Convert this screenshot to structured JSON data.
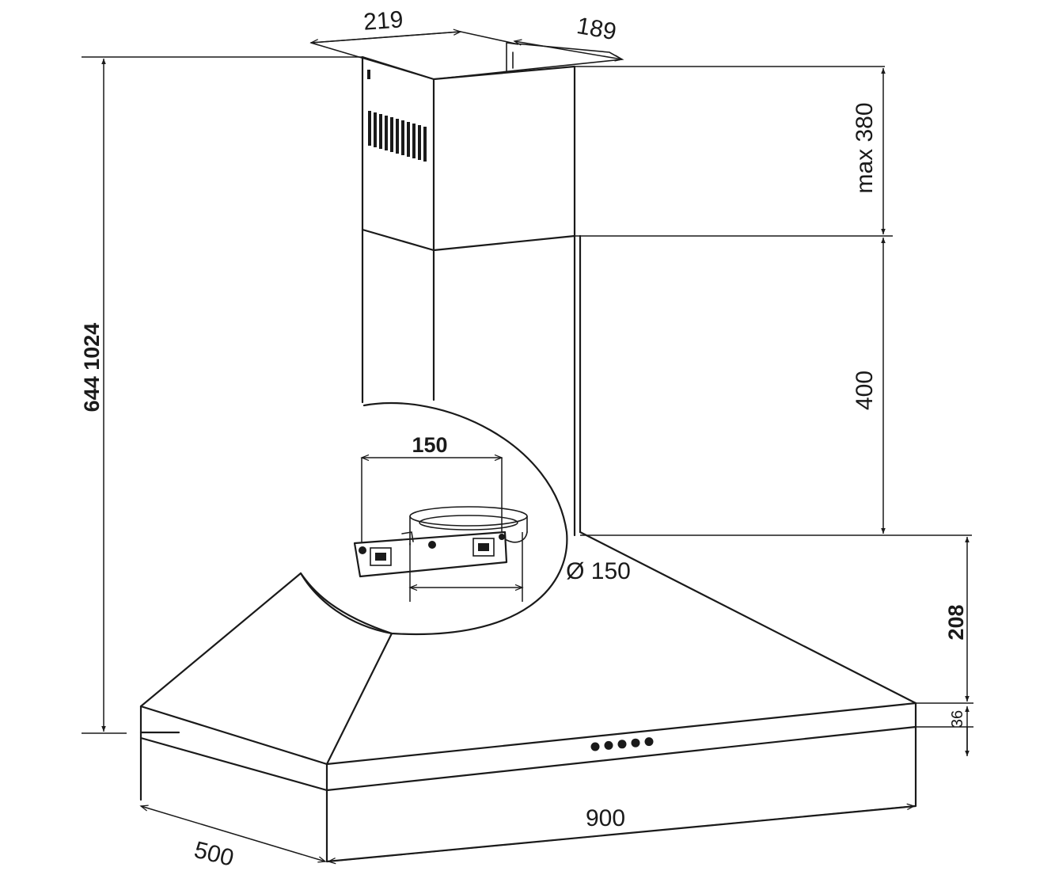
{
  "dimensions": {
    "top_width": "219",
    "top_depth": "189",
    "upper_chimney_height": "max 380",
    "lower_chimney_height": "400",
    "total_height": "644 1024",
    "hood_body_height": "208",
    "hood_rim_height": "36",
    "width": "900",
    "depth": "500",
    "flange_width": "150",
    "outlet_diameter": "Ø 150"
  },
  "controls": {
    "button_count": 5
  }
}
